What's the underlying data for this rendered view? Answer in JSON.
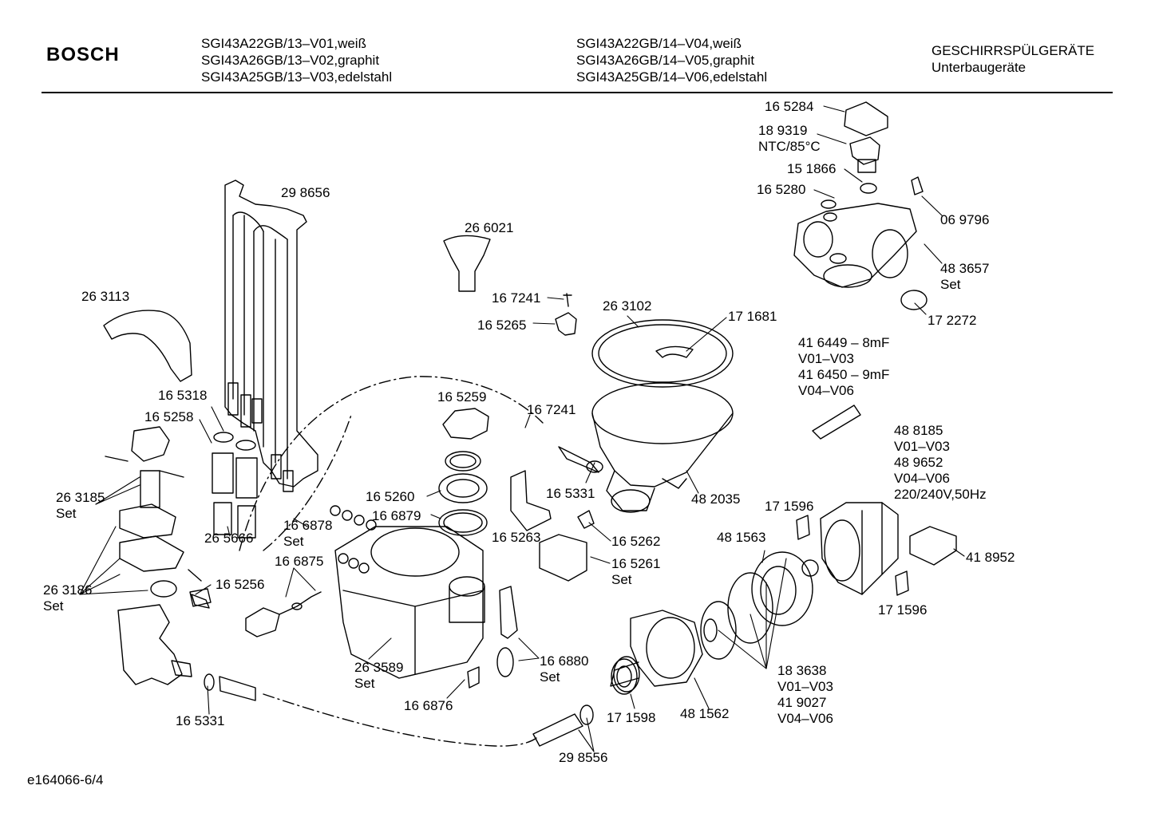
{
  "header": {
    "brand": "BOSCH",
    "models_col1": [
      "SGI43A22GB/13–V01,weiß",
      "SGI43A26GB/13–V02,graphit",
      "SGI43A25GB/13–V03,edelstahl"
    ],
    "models_col2": [
      "SGI43A22GB/14–V04,weiß",
      "SGI43A26GB/14–V05,graphit",
      "SGI43A25GB/14–V06,edelstahl"
    ],
    "category": [
      "GESCHIRRSPÜLGERÄTE",
      "Unterbaugeräte"
    ]
  },
  "parts": [
    {
      "lines": [
        "16 5284"
      ]
    },
    {
      "lines": [
        "18 9319",
        "NTC/85°C"
      ]
    },
    {
      "lines": [
        "15 1866"
      ]
    },
    {
      "lines": [
        "16 5280"
      ]
    },
    {
      "lines": [
        "06 9796"
      ]
    },
    {
      "lines": [
        "48 3657",
        "Set"
      ]
    },
    {
      "lines": [
        "17 2272"
      ]
    },
    {
      "lines": [
        "29 8656"
      ]
    },
    {
      "lines": [
        "26 6021"
      ]
    },
    {
      "lines": [
        "16 7241"
      ]
    },
    {
      "lines": [
        "16 5265"
      ]
    },
    {
      "lines": [
        "26 3102"
      ]
    },
    {
      "lines": [
        "17 1681"
      ]
    },
    {
      "lines": [
        "26 3113"
      ]
    },
    {
      "lines": [
        "41 6449 – 8mF",
        "V01–V03",
        "41 6450 – 9mF",
        "V04–V06"
      ]
    },
    {
      "lines": [
        "16 5318"
      ]
    },
    {
      "lines": [
        "16 5258"
      ]
    },
    {
      "lines": [
        "16 5259"
      ]
    },
    {
      "lines": [
        "16 7241"
      ]
    },
    {
      "lines": [
        "48 8185",
        "V01–V03",
        "48 9652",
        "V04–V06",
        "220/240V,50Hz"
      ]
    },
    {
      "lines": [
        "26 3185",
        "Set"
      ]
    },
    {
      "lines": [
        "16 5260"
      ]
    },
    {
      "lines": [
        "16 5331"
      ]
    },
    {
      "lines": [
        "48 2035"
      ]
    },
    {
      "lines": [
        "16 6879"
      ]
    },
    {
      "lines": [
        "16 6878",
        "Set"
      ]
    },
    {
      "lines": [
        "17 1596"
      ]
    },
    {
      "lines": [
        "16 5263"
      ]
    },
    {
      "lines": [
        "16 5262"
      ]
    },
    {
      "lines": [
        "48 1563"
      ]
    },
    {
      "lines": [
        "41 8952"
      ]
    },
    {
      "lines": [
        "26 5666"
      ]
    },
    {
      "lines": [
        "16 6875"
      ]
    },
    {
      "lines": [
        "16 5261",
        "Set"
      ]
    },
    {
      "lines": [
        "26 3186",
        "Set"
      ]
    },
    {
      "lines": [
        "16 5256"
      ]
    },
    {
      "lines": [
        "17 1596"
      ]
    },
    {
      "lines": [
        "16 6880",
        "Set"
      ]
    },
    {
      "lines": [
        "18 3638",
        "V01–V03",
        "41 9027",
        "V04–V06"
      ]
    },
    {
      "lines": [
        "26 3589",
        "Set"
      ]
    },
    {
      "lines": [
        "16 6876"
      ]
    },
    {
      "lines": [
        "17 1598"
      ]
    },
    {
      "lines": [
        "48 1562"
      ]
    },
    {
      "lines": [
        "16 5331"
      ]
    },
    {
      "lines": [
        "29 8556"
      ]
    }
  ],
  "footer_code": "e164066-6/4"
}
